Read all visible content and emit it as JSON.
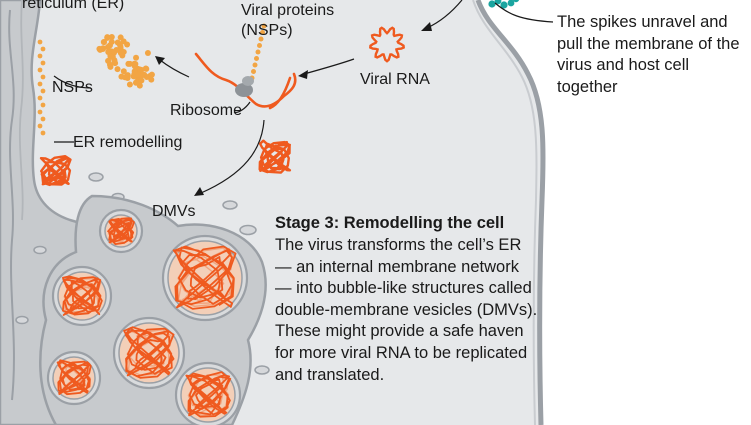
{
  "labels": {
    "er_partial": "reticulum (ER)",
    "viral_proteins_line1": "Viral proteins",
    "viral_proteins_line2": "(NSPs)",
    "nsps": "NSPs",
    "viral_rna": "Viral RNA",
    "ribosome": "Ribosome",
    "er_remodelling": "ER remodelling",
    "dmvs": "DMVs"
  },
  "spike_note": "The spikes unravel and pull the membrane of the virus and host cell together",
  "stage": {
    "title": "Stage 3: Remodelling the cell",
    "body": "The virus transforms the cell’s ER — an internal membrane network — into bubble-like structures called double-membrane vesicles (DMVs). These might provide a safe haven for more viral RNA to be replicated and translated."
  },
  "colors": {
    "cytoplasm": "#e6e8ea",
    "membrane": "#9ba0a6",
    "er_fill": "#c7cacd",
    "rna": "#ef5a1f",
    "protein": "#f2a544",
    "spike": "#1aa5a0"
  }
}
